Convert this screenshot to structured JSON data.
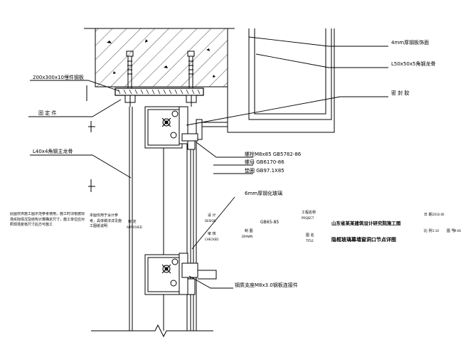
{
  "callouts": {
    "embed_plate": "200x300x10埋件钢板",
    "bolt": "固 定 件",
    "angle_50": "L50x50x5角钢龙骨",
    "sealant": "密 封 胶",
    "angle_40": "L40x4角钢主龙骨",
    "steel_plate": "4mm厚钢板饰面",
    "bolt_std": "螺栓M8x85 GB5782-86",
    "nut_std": "螺母 GB6170-86",
    "washer_std": "垫圈 GB97.1X85",
    "glass": "6mm厚钢化玻璃",
    "bracket": "钢质支座M8x3.0钢板连接件"
  },
  "title_block": {
    "note_left": "此图仅供施工图示范参考使用，施工时须根据现场实际情况及结构计算确定尺寸，施工单位应对照现场复核尺寸后方可施工",
    "note_mid": "本图仅用于设计参考，具体做法详见施工图纸说明",
    "design_label": "设 计",
    "design_sub": "DESIGN",
    "check_label": "审 核",
    "check_sub": "CHECKED",
    "draw_label": "制 图",
    "draw_sub": "DRAWN",
    "approve_label": "审 定",
    "approve_sub": "APPROVED",
    "std_label": "GB65-85",
    "proj_label": "工程名称",
    "proj_sub": "PROJECT",
    "drawing_label": "图 名",
    "drawing_sub": "TITLE",
    "company": "山东省某某建筑设计研究院施工图",
    "drawing_title": "隐框玻璃幕墙窗洞口节点详图",
    "date_label": "日 期",
    "date_value": "2010.06",
    "scale_label": "比 例",
    "scale_value": "1:10",
    "sheet_label": "图 号",
    "sheet_value": "M-06"
  },
  "colors": {
    "line": "#000000",
    "bg": "#ffffff"
  }
}
